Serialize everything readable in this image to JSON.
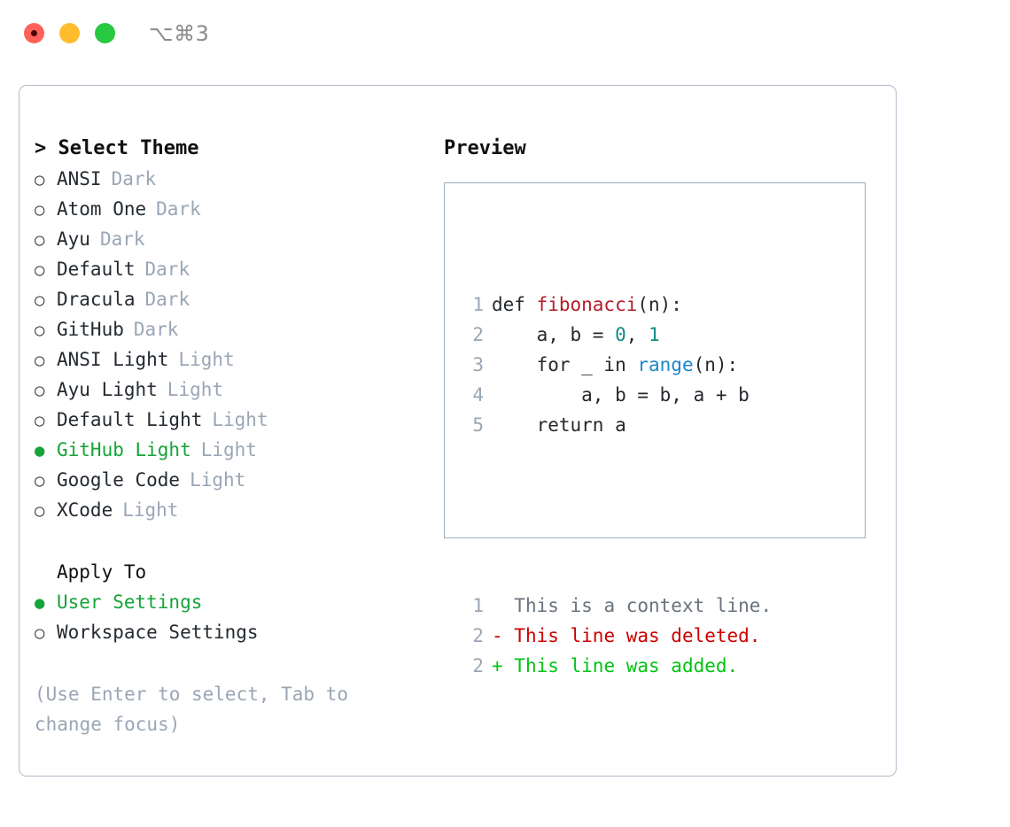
{
  "window": {
    "shortcut": "⌥⌘3",
    "traffic_lights": [
      {
        "name": "close",
        "color": "#ff6159"
      },
      {
        "name": "minimize",
        "color": "#ffbd2e"
      },
      {
        "name": "maximize",
        "color": "#28c840"
      }
    ]
  },
  "theme_panel": {
    "title": "Select Theme",
    "caret": ">",
    "bullet_on": "●",
    "bullet_off": "○",
    "items": [
      {
        "label": "ANSI",
        "badge": "Dark",
        "selected": false
      },
      {
        "label": "Atom One",
        "badge": "Dark",
        "selected": false
      },
      {
        "label": "Ayu",
        "badge": "Dark",
        "selected": false
      },
      {
        "label": "Default",
        "badge": "Dark",
        "selected": false
      },
      {
        "label": "Dracula",
        "badge": "Dark",
        "selected": false
      },
      {
        "label": "GitHub",
        "badge": "Dark",
        "selected": false
      },
      {
        "label": "ANSI Light",
        "badge": "Light",
        "selected": false
      },
      {
        "label": "Ayu Light",
        "badge": "Light",
        "selected": false
      },
      {
        "label": "Default Light",
        "badge": "Light",
        "selected": false
      },
      {
        "label": "GitHub Light",
        "badge": "Light",
        "selected": true
      },
      {
        "label": "Google Code",
        "badge": "Light",
        "selected": false
      },
      {
        "label": "XCode",
        "badge": "Light",
        "selected": false
      }
    ]
  },
  "apply_to": {
    "title": "Apply To",
    "items": [
      {
        "label": "User Settings",
        "selected": true
      },
      {
        "label": "Workspace Settings",
        "selected": false
      }
    ]
  },
  "hint": "(Use Enter to select, Tab to change focus)",
  "preview": {
    "title": "Preview",
    "code_lines": [
      {
        "num": "1",
        "tokens": [
          {
            "t": "def ",
            "c": "plain"
          },
          {
            "t": "fibonacci",
            "c": "fn"
          },
          {
            "t": "(n):",
            "c": "plain"
          }
        ]
      },
      {
        "num": "2",
        "tokens": [
          {
            "t": "    a, b = ",
            "c": "plain"
          },
          {
            "t": "0",
            "c": "num"
          },
          {
            "t": ", ",
            "c": "plain"
          },
          {
            "t": "1",
            "c": "num"
          }
        ]
      },
      {
        "num": "3",
        "tokens": [
          {
            "t": "    for _ in ",
            "c": "plain"
          },
          {
            "t": "range",
            "c": "call"
          },
          {
            "t": "(n):",
            "c": "plain"
          }
        ]
      },
      {
        "num": "4",
        "tokens": [
          {
            "t": "        a, b = b, a + b",
            "c": "plain"
          }
        ]
      },
      {
        "num": "5",
        "tokens": [
          {
            "t": "    return a",
            "c": "plain"
          }
        ]
      }
    ],
    "diff_lines": [
      {
        "num": "1",
        "marker": " ",
        "text": " This is a context line.",
        "kind": "ctx"
      },
      {
        "num": "2",
        "marker": "-",
        "text": " This line was deleted.",
        "kind": "del"
      },
      {
        "num": "2",
        "marker": "+",
        "text": " This line was added.",
        "kind": "add"
      }
    ]
  },
  "colors": {
    "accent_green": "#15a437",
    "badge_gray": "#9aa6b6",
    "border": "#b3bdcc",
    "preview_border": "#9fabbd",
    "code_fn": "#b31d28",
    "code_num": "#0f8a86",
    "code_call": "#1b87c9",
    "diff_del": "#cc0000",
    "diff_add": "#00c412"
  }
}
